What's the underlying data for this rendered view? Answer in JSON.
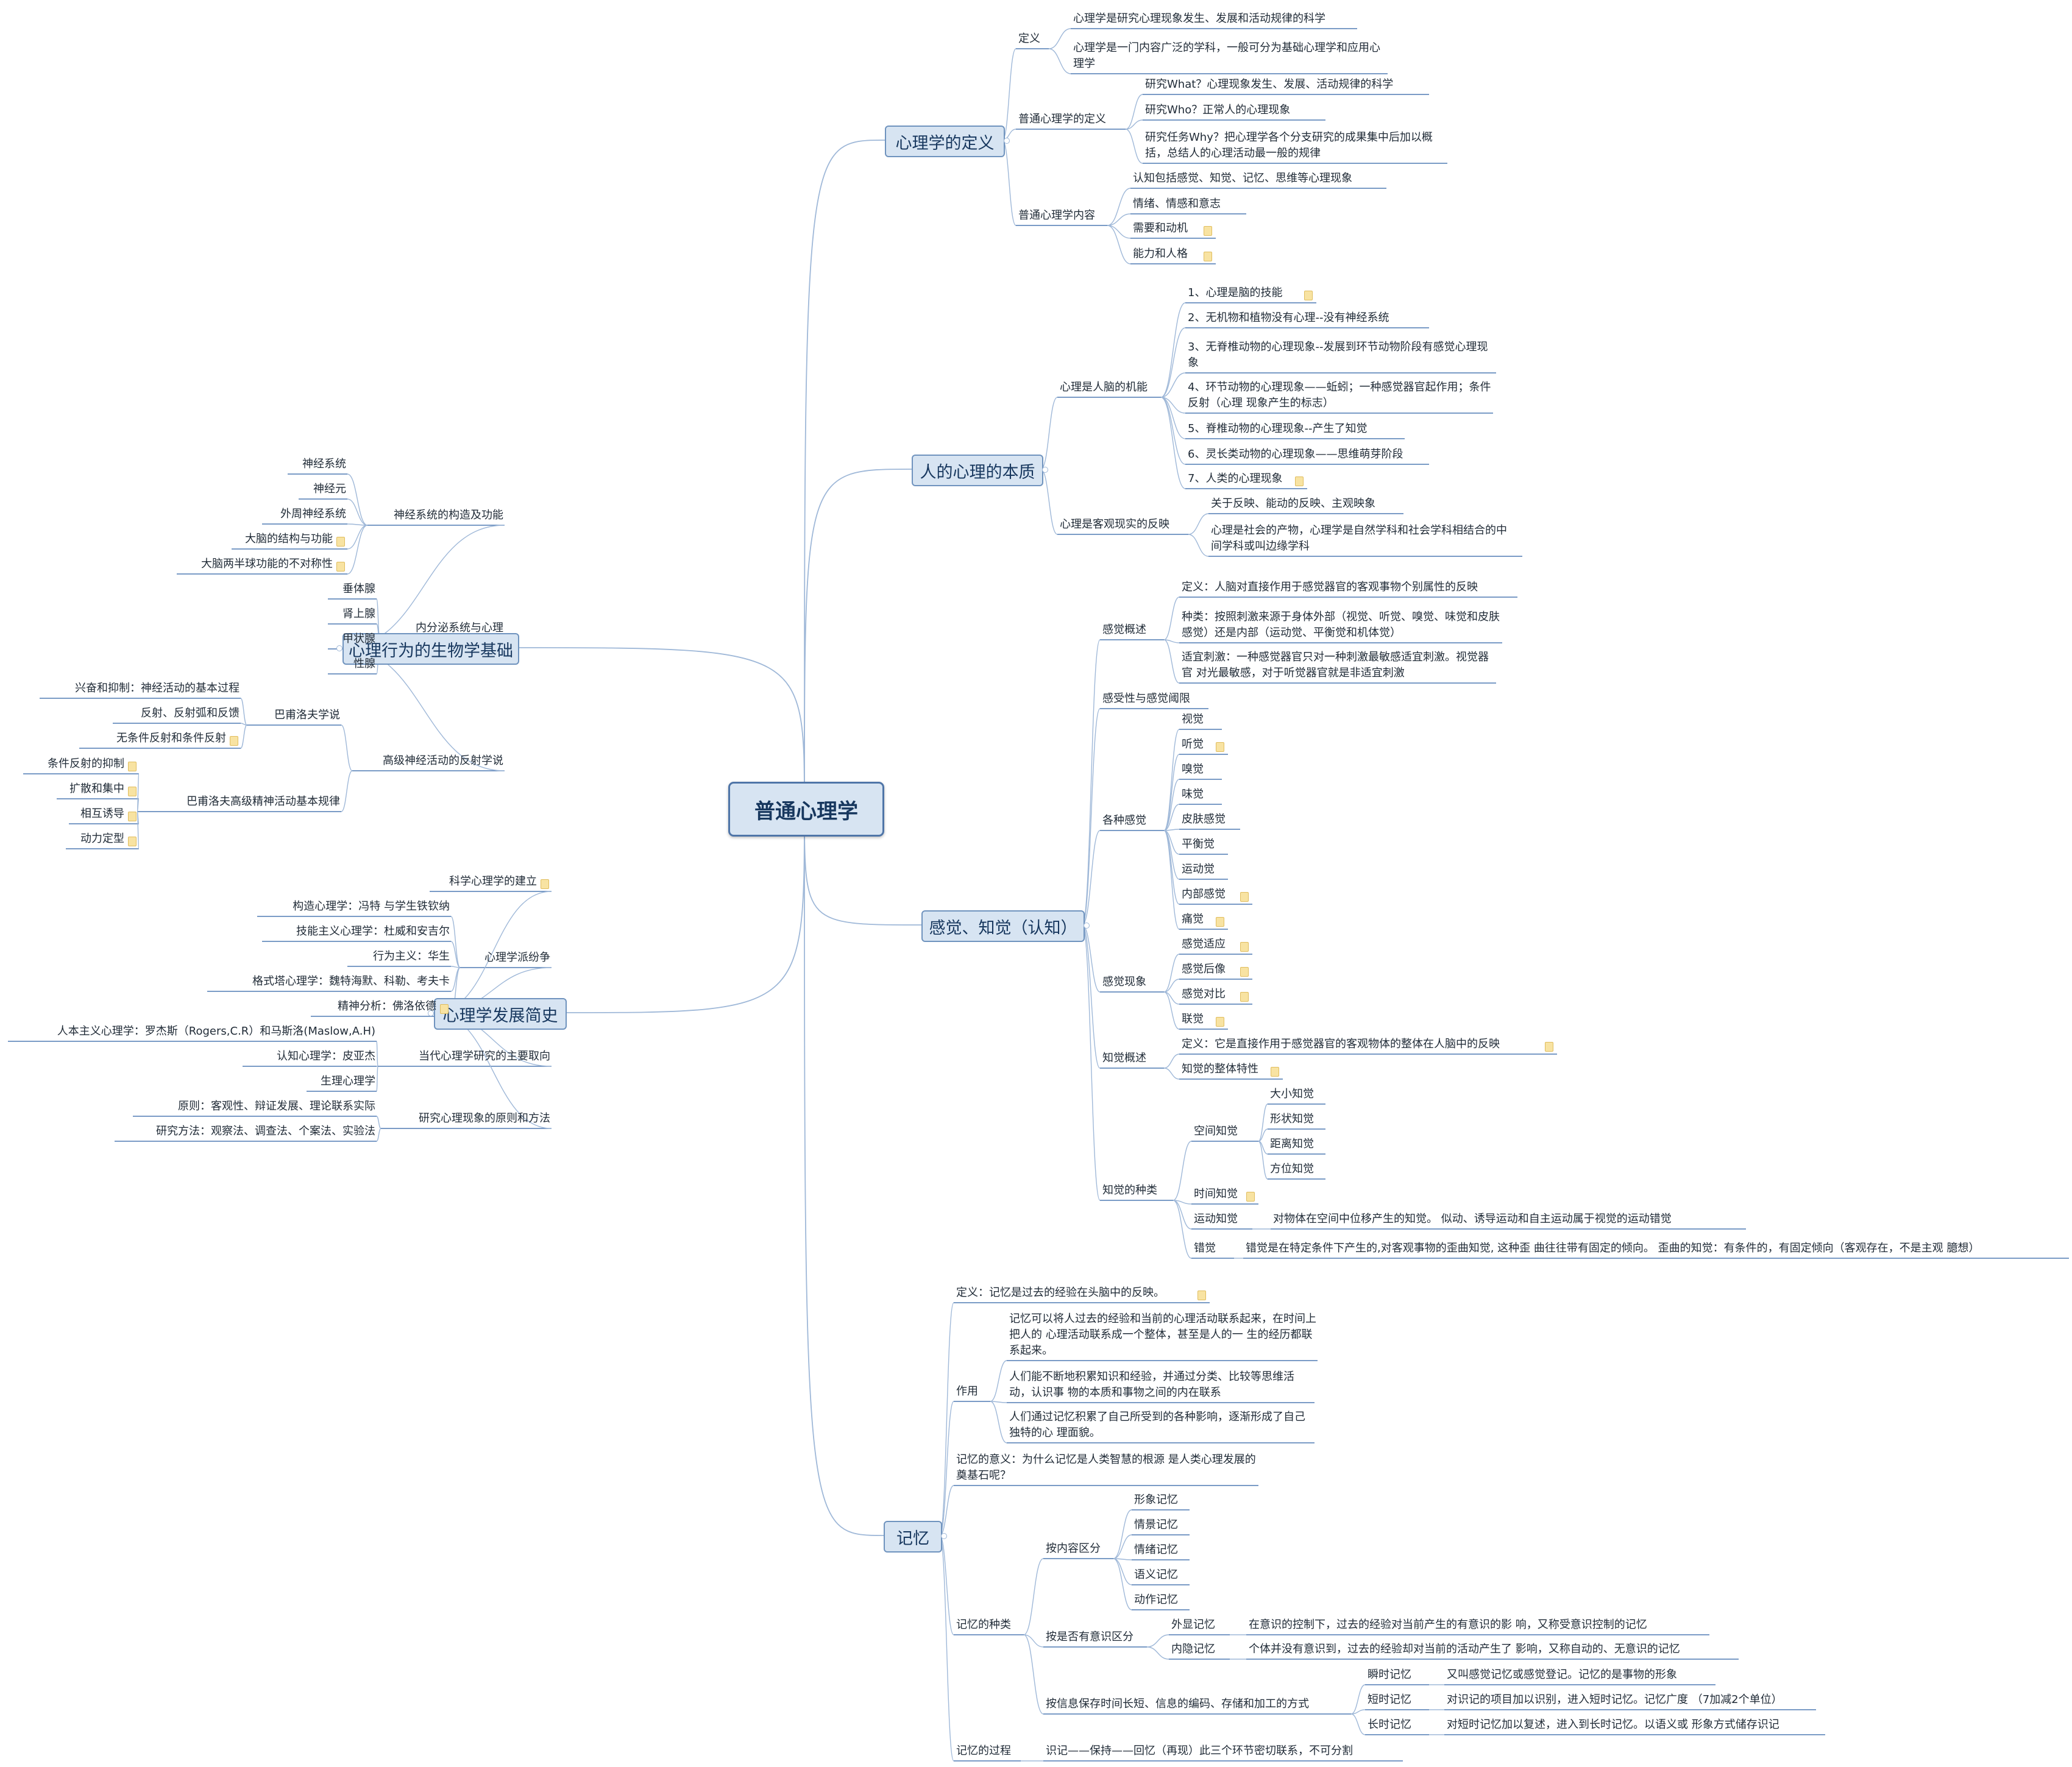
{
  "root": "普通心理学",
  "branches": {
    "definition": {
      "title": "心理学的定义",
      "def": "定义",
      "def_1": "心理学是研究心理现象发生、发展和活动规律的科学",
      "def_2": "心理学是一门内容广泛的学科，一般可分为基础心理学和应用心理学",
      "general_def": "普通心理学的定义",
      "gd_1": "研究What？心理现象发生、发展、活动规律的科学",
      "gd_2": "研究Who？正常人的心理现象",
      "gd_3": "研究任务Why？把心理学各个分支研究的成果集中后加以概括，总结人的心理活动最一般的规律",
      "content": "普通心理学内容",
      "c_1": "认知包括感觉、知觉、记忆、思维等心理现象",
      "c_2": "情绪、情感和意志",
      "c_3": "需要和动机",
      "c_4": "能力和人格"
    },
    "essence": {
      "title": "人的心理的本质",
      "brain": "心理是人脑的机能",
      "b_1": "1、心理是脑的技能",
      "b_2": "2、无机物和植物没有心理--没有神经系统",
      "b_3": "3、无脊椎动物的心理现象--发展到环节动物阶段有感觉心理现象",
      "b_4": "4、环节动物的心理现象——蚯蚓；一种感觉器官起作用；条件反射（心理 现象产生的标志）",
      "b_5": "5、脊椎动物的心理现象--产生了知觉",
      "b_6": "6、灵长类动物的心理现象——思维萌芽阶段",
      "b_7": "7、人类的心理现象",
      "reflect": "心理是客观现实的反映",
      "r_1": "关于反映、能动的反映、主观映象",
      "r_2": "心理是社会的产物，心理学是自然学科和社会学科相结合的中 间学科或叫边缘学科"
    },
    "perception": {
      "title": "感觉、知觉（认知）",
      "overview": "感觉概述",
      "o_1": "定义：人脑对直接作用于感觉器官的客观事物个别属性的反映",
      "o_2": "种类：按照刺激来源于身体外部（视觉、听觉、嗅觉、味觉和皮肤感觉）还是内部（运动觉、平衡觉和机体觉）",
      "o_3": "适宜刺激：一种感觉器官只对一种刺激最敏感适宜刺激。视觉器官 对光最敏感，对于听觉器官就是非适宜刺激",
      "threshold": "感受性与感觉阈限",
      "kinds": "各种感觉",
      "k_1": "视觉",
      "k_2": "听觉",
      "k_3": "嗅觉",
      "k_4": "味觉",
      "k_5": "皮肤感觉",
      "k_6": "平衡觉",
      "k_7": "运动觉",
      "k_8": "内部感觉",
      "k_9": "痛觉",
      "phen": "感觉现象",
      "p_1": "感觉适应",
      "p_2": "感觉后像",
      "p_3": "感觉对比",
      "p_4": "联觉",
      "percept": "知觉概述",
      "pc_1": "定义：它是直接作用于感觉器官的客观物体的整体在人脑中的反映",
      "pc_2": "知觉的整体特性",
      "ptypes": "知觉的种类",
      "space": "空间知觉",
      "s_1": "大小知觉",
      "s_2": "形状知觉",
      "s_3": "距离知觉",
      "s_4": "方位知觉",
      "time": "时间知觉",
      "motion": "运动知觉",
      "motion_note": "对物体在空间中位移产生的知觉。 似动、诱导运动和自主运动属于视觉的运动错觉",
      "illusion": "错觉",
      "illusion_note": "错觉是在特定条件下产生的,对客观事物的歪曲知觉, 这种歪 曲往往带有固定的倾向。 歪曲的知觉：有条件的，有固定倾向（客观存在，不是主观 臆想）"
    },
    "memory": {
      "title": "记忆",
      "def": "定义：记忆是过去的经验在头脑中的反映。",
      "role": "作用",
      "role_1": "记忆可以将人过去的经验和当前的心理活动联系起来，在时间上把人的 心理活动联系成一个整体，甚至是人的一 生的经历都联系起来。",
      "role_2": "人们能不断地积累知识和经验，并通过分类、比较等思维活动，认识事 物的本质和事物之间的内在联系",
      "role_3": "人们通过记忆积累了自己所受到的各种影响，逐渐形成了自己独特的心 理面貌。",
      "meaning": "记忆的意义：为什么记忆是人类智慧的根源 是人类心理发展的奠基石呢？",
      "types": "记忆的种类",
      "by_content": "按内容区分",
      "bc_1": "形象记忆",
      "bc_2": "情景记忆",
      "bc_3": "情绪记忆",
      "bc_4": "语义记忆",
      "bc_5": "动作记忆",
      "by_conscious": "按是否有意识区分",
      "explicit": "外显记忆",
      "explicit_note": "在意识的控制下，过去的经验对当前产生的有意识的影 响，又称受意识控制的记忆",
      "implicit": "内隐记忆",
      "implicit_note": "个体并没有意识到，过去的经验却对当前的活动产生了 影响，又称自动的、无意识的记忆",
      "by_time": "按信息保存时间长短、信息的编码、存储和加工的方式",
      "sensory": "瞬时记忆",
      "sensory_note": "又叫感觉记忆或感觉登记。记忆的是事物的形象",
      "short": "短时记忆",
      "short_note": "对识记的项目加以识别，进入短时记忆。记忆广度 （7加减2个单位）",
      "long": "长时记忆",
      "long_note": "对短时记忆加以复述，进入到长时记忆。以语义或 形象方式储存识记",
      "process": "记忆的过程",
      "process_note": "识记——保持——回忆（再现）此三个环节密切联系，不可分割"
    },
    "biology": {
      "title": "心理行为的生物学基础",
      "nerve": "神经系统的构造及功能",
      "n_1": "神经系统",
      "n_2": "神经元",
      "n_3": "外周神经系统",
      "n_4": "大脑的结构与功能",
      "n_5": "大脑两半球功能的不对称性",
      "endo": "内分泌系统与心理",
      "e_1": "垂体腺",
      "e_2": "肾上腺",
      "e_3": "甲状腺",
      "e_4": "性腺",
      "reflex": "高级神经活动的反射学说",
      "pavlov": "巴甫洛夫学说",
      "pv_1": "兴奋和抑制：神经活动的基本过程",
      "pv_2": "反射、反射弧和反馈",
      "pv_3": "无条件反射和条件反射",
      "law": "巴甫洛夫高级精神活动基本规律",
      "l_1": "条件反射的抑制",
      "l_2": "扩散和集中",
      "l_3": "相互诱导",
      "l_4": "动力定型"
    },
    "history": {
      "title": "心理学发展简史",
      "founding": "科学心理学的建立",
      "schools": "心理学派纷争",
      "sc_1": "构造心理学：冯特 与学生铁钦纳",
      "sc_2": "技能主义心理学：杜威和安吉尔",
      "sc_3": "行为主义：华生",
      "sc_4": "格式塔心理学：魏特海默、科勒、考夫卡",
      "sc_5": "精神分析：佛洛依德",
      "modern": "当代心理学研究的主要取向",
      "m_1": "人本主义心理学：罗杰斯（Rogers,C.R）和马斯洛(Maslow,A.H)",
      "m_2": "认知心理学：皮亚杰",
      "m_3": "生理心理学",
      "principle": "研究心理现象的原则和方法",
      "pr_1": "原则：客观性、辩证发展、理论联系实际",
      "pr_2": "研究方法：观察法、调查法、个案法、实验法"
    }
  },
  "colors": {
    "line": "#9fb8d8",
    "underline": "#4f7ab3",
    "box_fill": "#d7e4f2",
    "box_border": "#6f93be",
    "note_icon": "#f8e3a2"
  }
}
